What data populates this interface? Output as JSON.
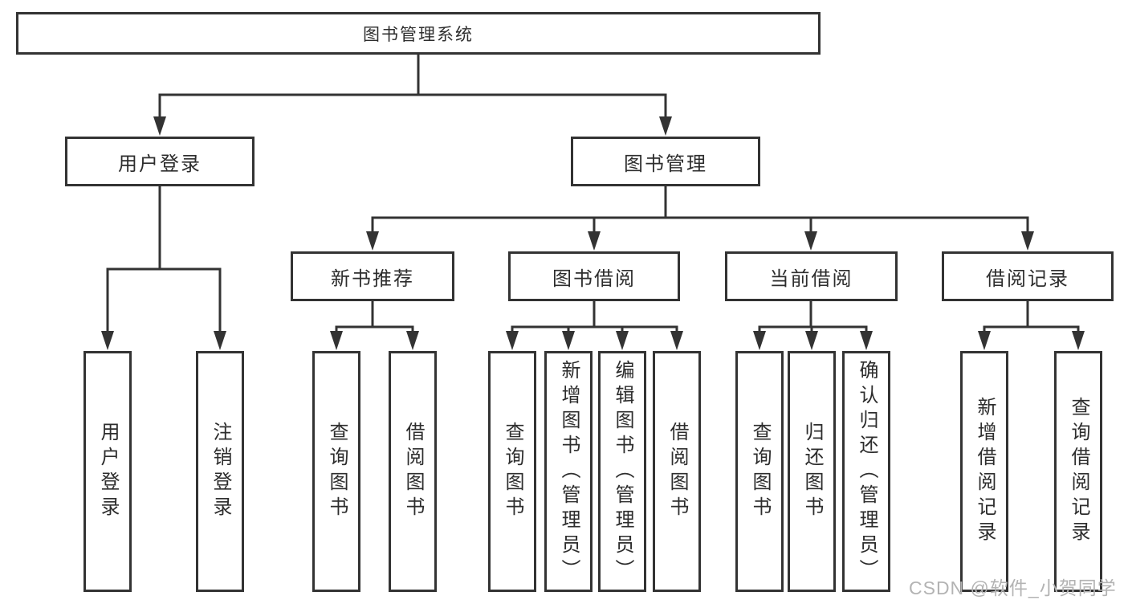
{
  "diagram": {
    "type": "hierarchy-tree",
    "root": {
      "label": "图书管理系统",
      "children": [
        {
          "label": "用户登录",
          "children": [
            {
              "label": "用户登录"
            },
            {
              "label": "注销登录"
            }
          ]
        },
        {
          "label": "图书管理",
          "children": [
            {
              "label": "新书推荐",
              "children": [
                {
                  "label": "查询图书"
                },
                {
                  "label": "借阅图书"
                }
              ]
            },
            {
              "label": "图书借阅",
              "children": [
                {
                  "label": "查询图书"
                },
                {
                  "label": "新增图书（管理员）"
                },
                {
                  "label": "编辑图书（管理员）"
                },
                {
                  "label": "借阅图书"
                }
              ]
            },
            {
              "label": "当前借阅",
              "children": [
                {
                  "label": "查询图书"
                },
                {
                  "label": "归还图书"
                },
                {
                  "label": "确认归还（管理员）"
                }
              ]
            },
            {
              "label": "借阅记录",
              "children": [
                {
                  "label": "新增借阅记录"
                },
                {
                  "label": "查询借阅记录"
                }
              ]
            }
          ]
        }
      ]
    },
    "watermark": "CSDN @软件_小贺同学",
    "colors": {
      "line": "#333333",
      "background": "#ffffff",
      "watermark": "#b3b3b3"
    }
  }
}
